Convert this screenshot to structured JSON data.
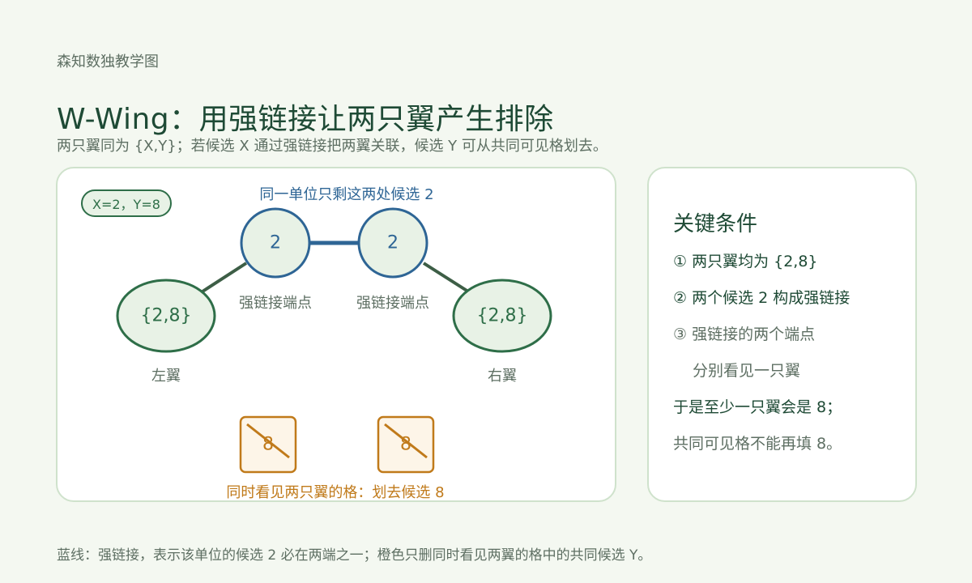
{
  "header": {
    "brand": "森知数独教学图",
    "title": "W-Wing：用强链接让两只翼产生排除",
    "subtitle": "两只翼同为 {X,Y}；若候选 X 通过强链接把两翼关联，候选 Y 可从共同可见格划去。"
  },
  "diagram": {
    "xy_badge": "X=2，Y=8",
    "strong_link_label": "同一单位只剩这两处候选 2",
    "endpoints": [
      {
        "value": "2",
        "label": "强链接端点"
      },
      {
        "value": "2",
        "label": "强链接端点"
      }
    ],
    "wings": [
      {
        "value": "{2,8}",
        "label": "左翼"
      },
      {
        "value": "{2,8}",
        "label": "右翼"
      }
    ],
    "eliminations": [
      {
        "value": "8"
      },
      {
        "value": "8"
      }
    ],
    "elimination_label": "同时看见两只翼的格：划去候选 8",
    "colors": {
      "strong_link": "#2e6595",
      "wing": "#2e6e48",
      "weak_link": "#3d5e46",
      "elimination": "#c07a1a"
    }
  },
  "side": {
    "title": "关键条件",
    "conditions": [
      "① 两只翼均为 {2,8}",
      "② 两个候选 2 构成强链接",
      "③ 强链接的两个端点",
      "分别看见一只翼",
      "于是至少一只翼会是 8；",
      "共同可见格不能再填 8。"
    ]
  },
  "footer": "蓝线：强链接，表示该单位的候选 2 必在两端之一；橙色只删同时看见两翼的格中的共同候选 Y。"
}
